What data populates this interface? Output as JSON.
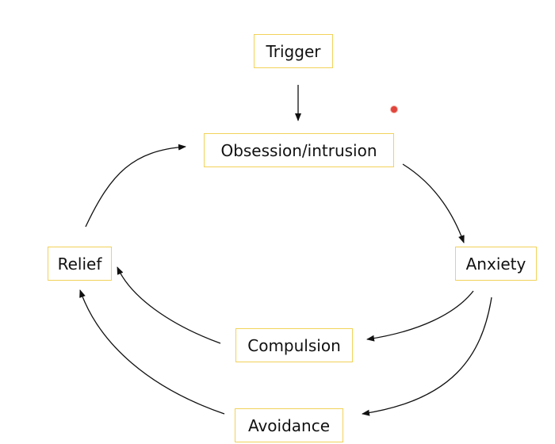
{
  "diagram": {
    "nodes": {
      "trigger": "Trigger",
      "obsession": "Obsession/intrusion",
      "anxiety": "Anxiety",
      "relief": "Relief",
      "compulsion": "Compulsion",
      "avoidance": "Avoidance"
    },
    "edges": [
      {
        "from": "Trigger",
        "to": "Obsession/intrusion"
      },
      {
        "from": "Obsession/intrusion",
        "to": "Anxiety"
      },
      {
        "from": "Anxiety",
        "to": "Compulsion"
      },
      {
        "from": "Anxiety",
        "to": "Avoidance"
      },
      {
        "from": "Compulsion",
        "to": "Relief"
      },
      {
        "from": "Avoidance",
        "to": "Relief"
      },
      {
        "from": "Relief",
        "to": "Obsession/intrusion"
      }
    ],
    "colors": {
      "box_border": "#f2d25a",
      "arrow": "#111111",
      "dot": "#e0443c"
    }
  }
}
